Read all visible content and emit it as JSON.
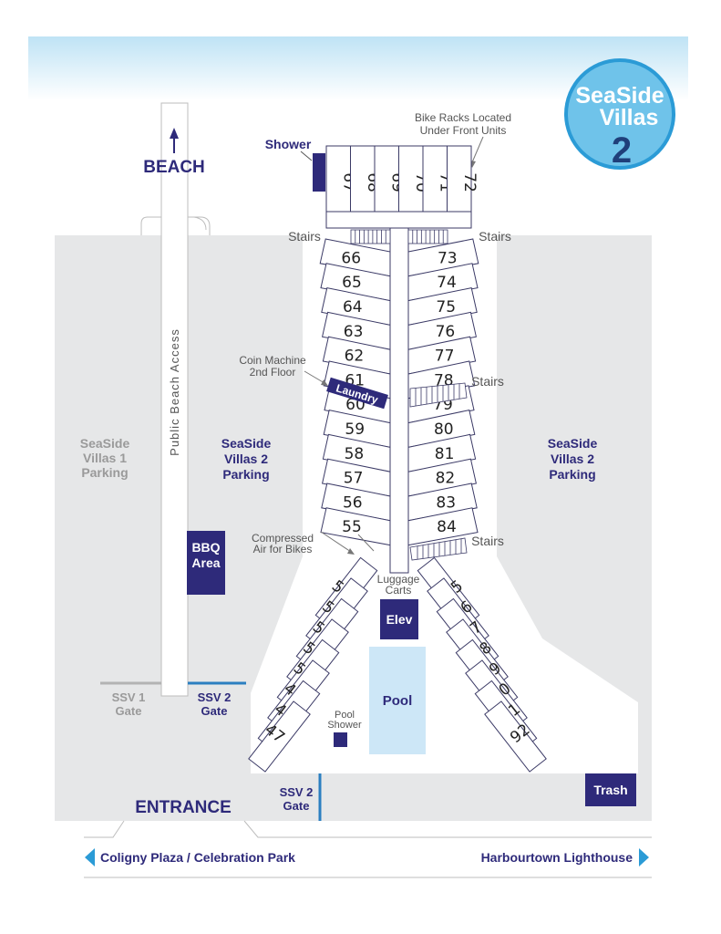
{
  "logo": {
    "line1": "SeaSide",
    "line2": "Villas",
    "number": "2"
  },
  "labels": {
    "beach": "BEACH",
    "shower": "Shower",
    "bike_racks_1": "Bike Racks Located",
    "bike_racks_2": "Under Front Units",
    "stairs": "Stairs",
    "coin_machine_1": "Coin Machine",
    "coin_machine_2": "2nd Floor",
    "laundry": "Laundry",
    "public_beach_access": "Public Beach Access",
    "ssv1_parking_1": "SeaSide",
    "ssv1_parking_2": "Villas 1",
    "ssv1_parking_3": "Parking",
    "ssv2_parking_1": "SeaSide",
    "ssv2_parking_2": "Villas 2",
    "ssv2_parking_3": "Parking",
    "compressed_air_1": "Compressed",
    "compressed_air_2": "Air for Bikes",
    "luggage_1": "Luggage",
    "luggage_2": "Carts",
    "bbq_1": "BBQ",
    "bbq_2": "Area",
    "elev": "Elev",
    "pool": "Pool",
    "pool_shower_1": "Pool",
    "pool_shower_2": "Shower",
    "ssv1_gate_1": "SSV 1",
    "ssv1_gate_2": "Gate",
    "ssv2_gate_1": "SSV 2",
    "ssv2_gate_2": "Gate",
    "trash": "Trash",
    "entrance": "ENTRANCE",
    "coligny": "Coligny Plaza / Celebration Park",
    "harbourtown": "Harbourtown Lighthouse"
  },
  "units": {
    "front_row": [
      "67",
      "68",
      "69",
      "70",
      "71",
      "72"
    ],
    "left_column": [
      "66",
      "65",
      "64",
      "63",
      "62",
      "61",
      "60",
      "59",
      "58",
      "57",
      "56",
      "55"
    ],
    "right_column": [
      "73",
      "74",
      "75",
      "76",
      "77",
      "78",
      "79",
      "80",
      "81",
      "82",
      "83",
      "84"
    ],
    "left_wing": [
      "54",
      "53",
      "52",
      "51",
      "50",
      "49",
      "48",
      "47"
    ],
    "right_wing": [
      "85",
      "86",
      "87",
      "88",
      "89",
      "90",
      "91",
      "92"
    ]
  },
  "colors": {
    "navy": "#2e2a7a",
    "parking_gray": "#e6e7e8",
    "logo_blue": "#2b9bd6",
    "pool_blue": "#cde7f7",
    "sky_blue": "#bfe3f5"
  }
}
